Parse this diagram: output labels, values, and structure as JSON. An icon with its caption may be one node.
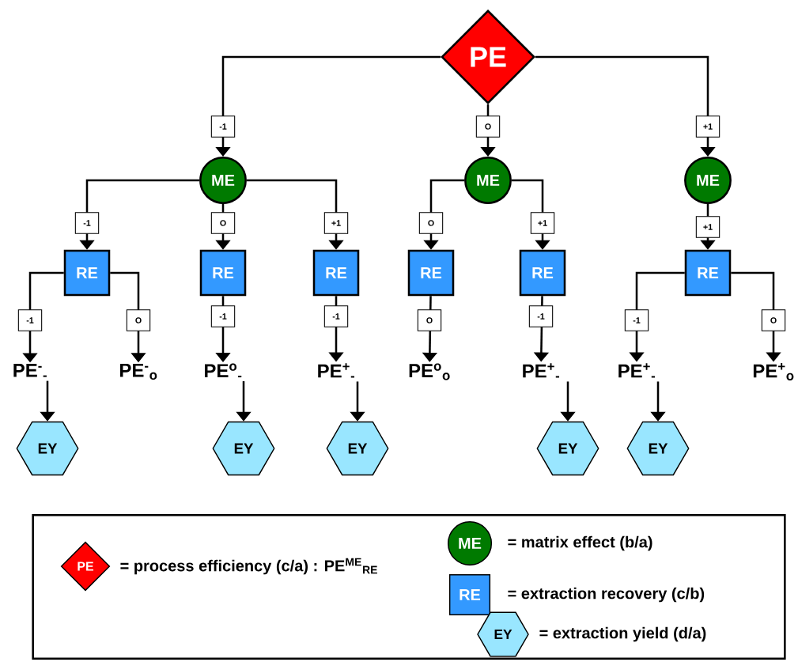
{
  "diagram": {
    "nodes": [
      {
        "text": [
          "PE"
        ]
      },
      {
        "text": [
          "ME"
        ]
      },
      {
        "text": [
          "ME"
        ]
      },
      {
        "text": [
          "ME"
        ]
      },
      {
        "text": [
          "RE"
        ]
      },
      {
        "text": [
          "RE"
        ]
      },
      {
        "text": [
          "RE"
        ]
      },
      {
        "text": [
          "RE"
        ]
      },
      {
        "text": [
          "RE"
        ]
      },
      {
        "text": [
          "RE"
        ]
      },
      {
        "text": [
          "PE$^{-}$$_{-}$"
        ]
      },
      {
        "text": [
          "PE$^{-}$$_{o}$"
        ]
      },
      {
        "text": [
          "PE$^{o}$$_{-}$"
        ]
      },
      {
        "text": [
          "PE$^{+}$$_{-}$"
        ]
      },
      {
        "text": [
          "PE$^{o}$$_{o}$"
        ]
      },
      {
        "text": [
          "PE$^{+}$$_{-}$"
        ]
      },
      {
        "text": [
          "PE$^{+}$$_{-}$"
        ]
      },
      {
        "text": [
          "PE$^{+}$$_{o}$"
        ]
      },
      {
        "text": [
          "EY"
        ]
      },
      {
        "text": [
          "EY"
        ]
      },
      {
        "text": [
          "EY"
        ]
      },
      {
        "text": [
          "EY"
        ]
      },
      {
        "text": [
          "EY"
        ]
      },
      {
        "text": [],
        "shape": "box"
      },
      {
        "text": [
          "PE"
        ],
        "in": 23,
        "beside": [
          "= process efficiency (c/a) : PE$^{ME}$$_{RE}$"
        ]
      },
      {
        "text": [
          "ME"
        ],
        "in": 23,
        "beside": [
          "= matrix effect (b/a)"
        ]
      },
      {
        "text": [
          "RE"
        ],
        "in": 23,
        "beside": [
          "= extraction recovery (c/b)"
        ]
      },
      {
        "text": [
          "EY"
        ],
        "in": 23,
        "beside": [
          "= extraction yield (d/a)"
        ]
      }
    ],
    "edges": [
      {
        "from": 0,
        "to": 1,
        "arrow": "to",
        "label": "-1"
      },
      {
        "from": 0,
        "to": 2,
        "arrow": "to",
        "label": "O"
      },
      {
        "from": 0,
        "to": 3,
        "arrow": "to",
        "label": "+1"
      },
      {
        "from": 1,
        "to": 4,
        "arrow": "to",
        "label": "-1"
      },
      {
        "from": 1,
        "to": 5,
        "arrow": "to",
        "label": "O"
      },
      {
        "from": 1,
        "to": 6,
        "arrow": "to",
        "label": "+1"
      },
      {
        "from": 2,
        "to": 7,
        "arrow": "to",
        "label": "O"
      },
      {
        "from": 2,
        "to": 8,
        "arrow": "to",
        "label": "+1"
      },
      {
        "from": 3,
        "to": 9,
        "arrow": "to",
        "label": "+1"
      },
      {
        "from": 4,
        "to": 10,
        "arrow": "to",
        "label": "-1"
      },
      {
        "from": 4,
        "to": 11,
        "arrow": "to",
        "label": "O"
      },
      {
        "from": 5,
        "to": 12,
        "arrow": "to",
        "label": "-1"
      },
      {
        "from": 6,
        "to": 13,
        "arrow": "to",
        "label": "-1"
      },
      {
        "from": 7,
        "to": 14,
        "arrow": "to",
        "label": "O"
      },
      {
        "from": 8,
        "to": 15,
        "arrow": "to",
        "label": "-1"
      },
      {
        "from": 9,
        "to": 16,
        "arrow": "to",
        "label": "-1"
      },
      {
        "from": 9,
        "to": 17,
        "arrow": "to",
        "label": "O"
      },
      {
        "from": 10,
        "to": 18,
        "arrow": "to"
      },
      {
        "from": 12,
        "to": 19,
        "arrow": "to"
      },
      {
        "from": 13,
        "to": 20,
        "arrow": "to"
      },
      {
        "from": 15,
        "to": 21,
        "arrow": "to"
      },
      {
        "from": 16,
        "to": 22,
        "arrow": "to"
      }
    ]
  }
}
